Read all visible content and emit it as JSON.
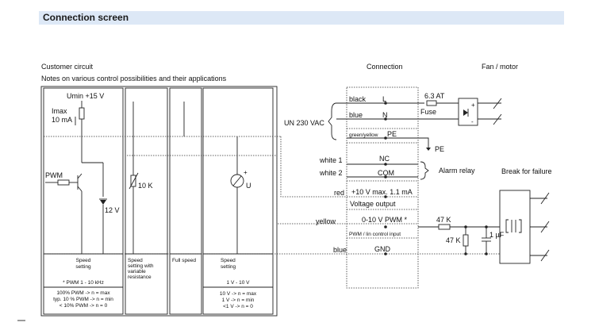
{
  "header": {
    "title": "Connection screen"
  },
  "sections": {
    "customer_circuit": "Customer circuit",
    "notes": "Notes on various control possibilities and their applications",
    "connection": "Connection",
    "fan_motor": "Fan / motor",
    "break_for_failure": "Break for failure"
  },
  "circuit": {
    "umin": "Umin +15 V",
    "imax": "Imax",
    "imax_value": "10 mA",
    "pwm": "PWM",
    "zener": "12 V",
    "pot": "10 K",
    "meter": "U"
  },
  "captions": {
    "col1_title1": "Speed",
    "col1_title2": "setting",
    "col1_pwm": "* PWM 1 - 10 kHz",
    "col1_n1": "100% PWM -> n = max",
    "col1_n2": "typ. 10 % PWM -> n = min",
    "col1_n3": "< 10% PWM -> n = 0",
    "col2_1": "Speed",
    "col2_2": "setting with",
    "col2_3": "variable",
    "col2_4": "resistance",
    "col3": "Full speed",
    "col4_1": "Speed",
    "col4_2": "setting",
    "col4_range": "1 V - 10 V",
    "col4_n1": "10 V -> n = max",
    "col4_n2": "1 V -> n = min",
    "col4_n3": "<1 V -> n = 0"
  },
  "connection": {
    "un": "UN 230 VAC",
    "black": "black",
    "L": "L",
    "blue1": "blue",
    "N": "N",
    "gy": "green/yellow",
    "PE": "PE",
    "PE_out": "PE",
    "fuse_rating": "6.3 AT",
    "fuse": "Fuse",
    "white1": "white 1",
    "NC": "NC",
    "white2": "white 2",
    "COM": "COM",
    "alarm": "Alarm relay",
    "red": "red",
    "vout": "+10 V max. 1.1 mA",
    "vout_label": "Voltage output",
    "yellow": "yellow",
    "pwm_in": "0-10 V  PWM *",
    "pwm_label": "PWM / lin control input",
    "blue2": "blue",
    "GND": "GND",
    "r1": "47 K",
    "r2": "47 K",
    "cap": "1 µF"
  }
}
